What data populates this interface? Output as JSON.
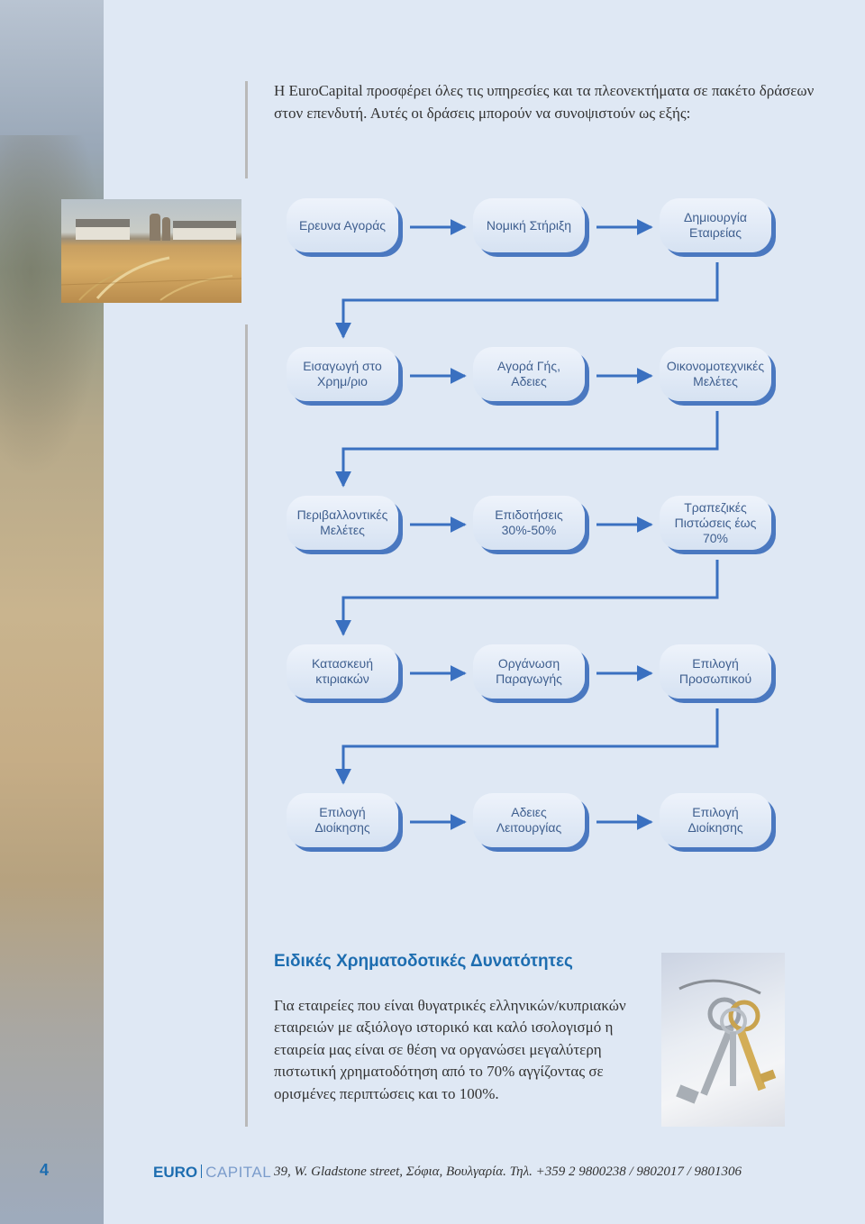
{
  "intro_text": "Η EuroCapital προσφέρει όλες τις υπηρεσίες και τα πλεονεκτήματα σε πακέτο δράσεων στον επενδυτή. Αυτές οι δράσεις μπορούν να συνοψιστούν ως εξής:",
  "flowchart": {
    "rows": [
      [
        "Ερευνα Αγοράς",
        "Νομική Στήριξη",
        "Δημιουργία\nΕταιρείας"
      ],
      [
        "Εισαγωγή στο\nΧρημ/ριο",
        "Αγορά Γής,\nΑδειες",
        "Οικονομοτεχνικές\nΜελέτες"
      ],
      [
        "Περιβαλλοντικές\nΜελέτες",
        "Επιδοτήσεις\n30%-50%",
        "Τραπεζικές\nΠιστώσεις έως\n70%"
      ],
      [
        "Κατασκευή\nκτιριακών",
        "Οργάνωση\nΠαραγωγής",
        "Επιλογή\nΠροσωπικού"
      ],
      [
        "Επιλογή\nΔιοίκησης",
        "Αδειες\nΛειτουργίας",
        "Επιλογή\nΔιοίκησης"
      ]
    ],
    "colors": {
      "arrow": "#3a70c0",
      "node_shadow": "#4a78c0",
      "node_text": "#3f5f8f"
    }
  },
  "special_financing": {
    "heading": "Ειδικές Χρηματοδοτικές Δυνατότητες",
    "body": "Για εταιρείες που είναι θυγατρικές ελληνικών/κυπριακών εταιρειών με αξιόλογο ιστορικό και καλό ισολογισμό η εταιρεία μας είναι σε θέση να οργανώσει μεγαλύτερη πιστωτική χρηματοδότηση από το 70% αγγίζοντας σε ορισμένες περιπτώσεις και το 100%."
  },
  "footer": {
    "page_number": "4",
    "brand_euro": "EURO",
    "brand_capital": "CAPITAL",
    "address": "39, W. Gladstone street, Σόφια, Βουλγαρία.  Τηλ. +359 2 9800238 / 9802017 / 9801306"
  },
  "colors": {
    "accent": "#1d6db0",
    "page_bg": "#dfe8f4"
  },
  "images": {
    "top": "wheat-field-barns-photo",
    "bottom": "keys-photo"
  }
}
